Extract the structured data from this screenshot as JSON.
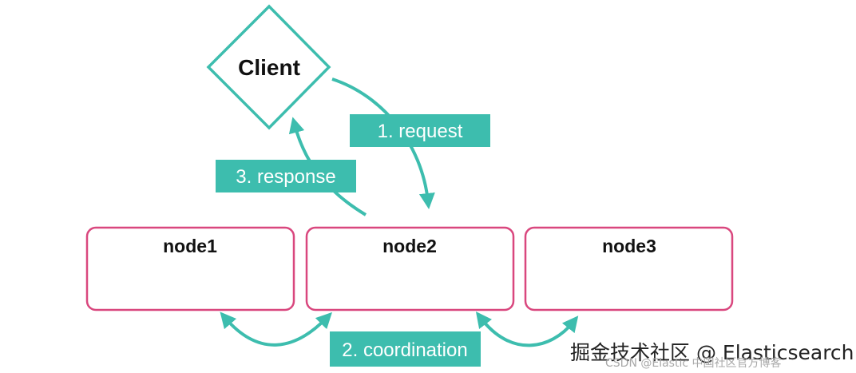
{
  "client": {
    "label": "Client"
  },
  "nodes": [
    {
      "label": "node1"
    },
    {
      "label": "node2"
    },
    {
      "label": "node3"
    }
  ],
  "steps": {
    "request": "1. request",
    "coordination": "2. coordination",
    "response": "3. response"
  },
  "watermark": {
    "main": "掘金技术社区 @ Elasticsearch",
    "sub": "CSDN @Elastic 中国社区官方博客"
  },
  "colors": {
    "teal": "#3dbdae",
    "node_border": "#d9477e"
  }
}
